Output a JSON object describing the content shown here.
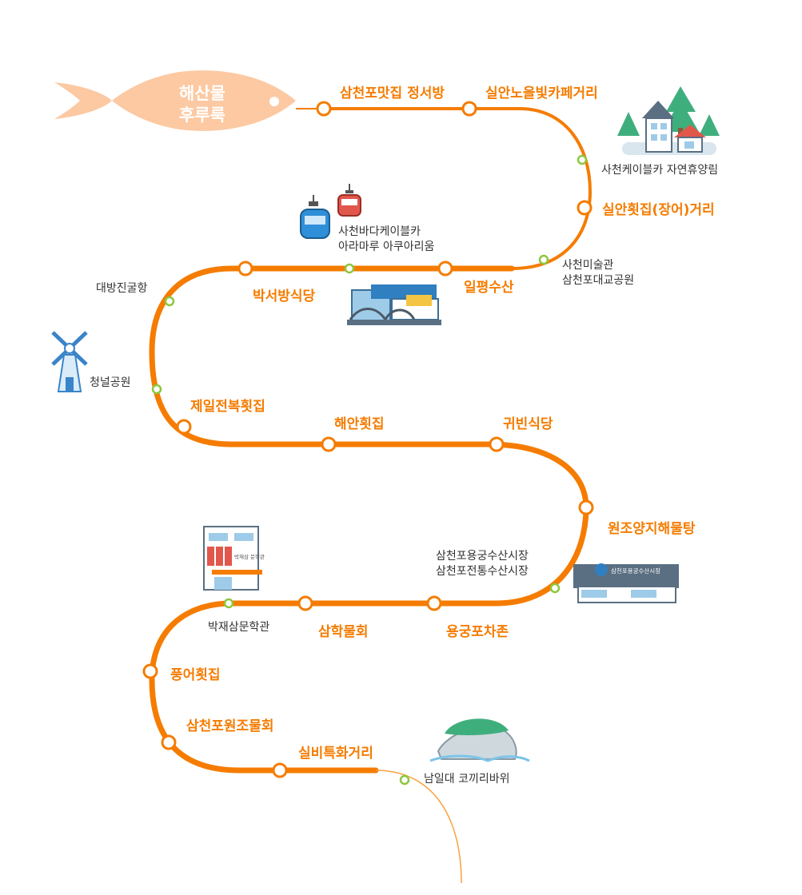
{
  "title": {
    "line1": "해산물",
    "line2": "후루룩"
  },
  "colors": {
    "route": "#f57c00",
    "route_thin": "#f9a23c",
    "fish": "#fcc9a2",
    "restaurant_marker_fill": "#ffffff",
    "attraction_marker_fill": "#ffffff",
    "attraction_marker_stroke": "#8dc63f",
    "restaurant_text": "#f57c00",
    "attraction_text": "#333333"
  },
  "restaurants": [
    {
      "label": "삼천포맛집 정서방"
    },
    {
      "label": "실안노을빛카페거리"
    },
    {
      "label": "실안횟집(장어)거리"
    },
    {
      "label": "일평수산"
    },
    {
      "label": "박서방식당"
    },
    {
      "label": "제일전복횟집"
    },
    {
      "label": "해안횟집"
    },
    {
      "label": "귀빈식당"
    },
    {
      "label": "원조양지해물탕"
    },
    {
      "label": "용궁포차존"
    },
    {
      "label": "삼학물회"
    },
    {
      "label": "풍어횟집"
    },
    {
      "label": "삼천포원조물회"
    },
    {
      "label": "실비특화거리"
    }
  ],
  "attractions": [
    {
      "lines": [
        "사천케이블카 자연휴양림"
      ],
      "icon": "forest-house-icon"
    },
    {
      "lines": [
        "사천바다케이블카",
        "아라마루 아쿠아리움"
      ],
      "icon": "cable-car-icon"
    },
    {
      "lines": [
        "사천미술관",
        "삼천포대교공원"
      ],
      "icon": "bridge-building-icon"
    },
    {
      "lines": [
        "대방진굴항"
      ],
      "icon": ""
    },
    {
      "lines": [
        "청널공원"
      ],
      "icon": "windmill-icon"
    },
    {
      "lines": [
        "삼천포용궁수산시장",
        "삼천포전통수산시장"
      ],
      "icon": "fish-market-icon"
    },
    {
      "lines": [
        "박재삼문학관"
      ],
      "icon": "literature-museum-icon"
    },
    {
      "lines": [
        "남일대 코끼리바위"
      ],
      "icon": "elephant-rock-icon"
    }
  ],
  "sign_texts": {
    "museum_sign": "박재삼 문학관",
    "market_sign": "삼천포용궁수산시장"
  }
}
